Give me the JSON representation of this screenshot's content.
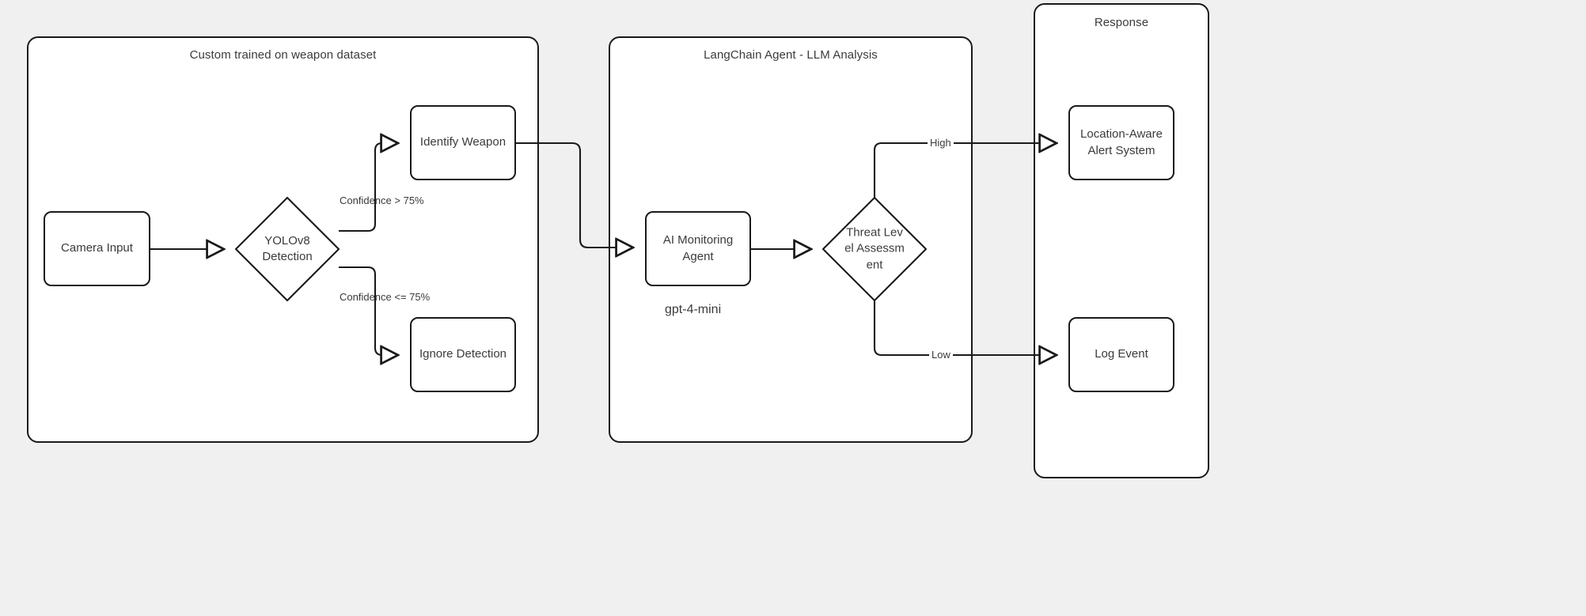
{
  "diagram": {
    "background_color": "#f0f0f0",
    "stroke_color": "#1a1a1a",
    "text_color": "#3b3b3b",
    "node_fill": "#ffffff"
  },
  "groups": [
    {
      "id": "yolo-group",
      "title": "Custom trained on weapon dataset"
    },
    {
      "id": "langchain-group",
      "title": "LangChain Agent - LLM Analysis"
    },
    {
      "id": "response-group",
      "title": "Response"
    }
  ],
  "nodes": [
    {
      "id": "camera-input",
      "label": "Camera Input",
      "shape": "rounded-rect"
    },
    {
      "id": "yolov8-detection",
      "label": "YOLOv8 Detection",
      "shape": "diamond"
    },
    {
      "id": "identify-weapon",
      "label": "Identify Weapon",
      "shape": "rounded-rect"
    },
    {
      "id": "ignore-detection",
      "label": "Ignore Detection",
      "shape": "rounded-rect"
    },
    {
      "id": "ai-monitoring-agent",
      "label": "AI Monitoring Agent",
      "shape": "rounded-rect"
    },
    {
      "id": "threat-level",
      "label": "Threat Level Assessment",
      "shape": "diamond"
    },
    {
      "id": "location-alert",
      "label": "Location-Aware Alert System",
      "shape": "rounded-rect"
    },
    {
      "id": "log-event",
      "label": "Log Event",
      "shape": "rounded-rect"
    }
  ],
  "edge_labels": [
    {
      "id": "confidence-high",
      "text": "Confidence > 75%"
    },
    {
      "id": "confidence-low",
      "text": "Confidence <= 75%"
    },
    {
      "id": "threat-high",
      "text": "High"
    },
    {
      "id": "threat-low",
      "text": "Low"
    }
  ],
  "notes": [
    {
      "id": "model-note",
      "text": "gpt-4-mini"
    }
  ]
}
